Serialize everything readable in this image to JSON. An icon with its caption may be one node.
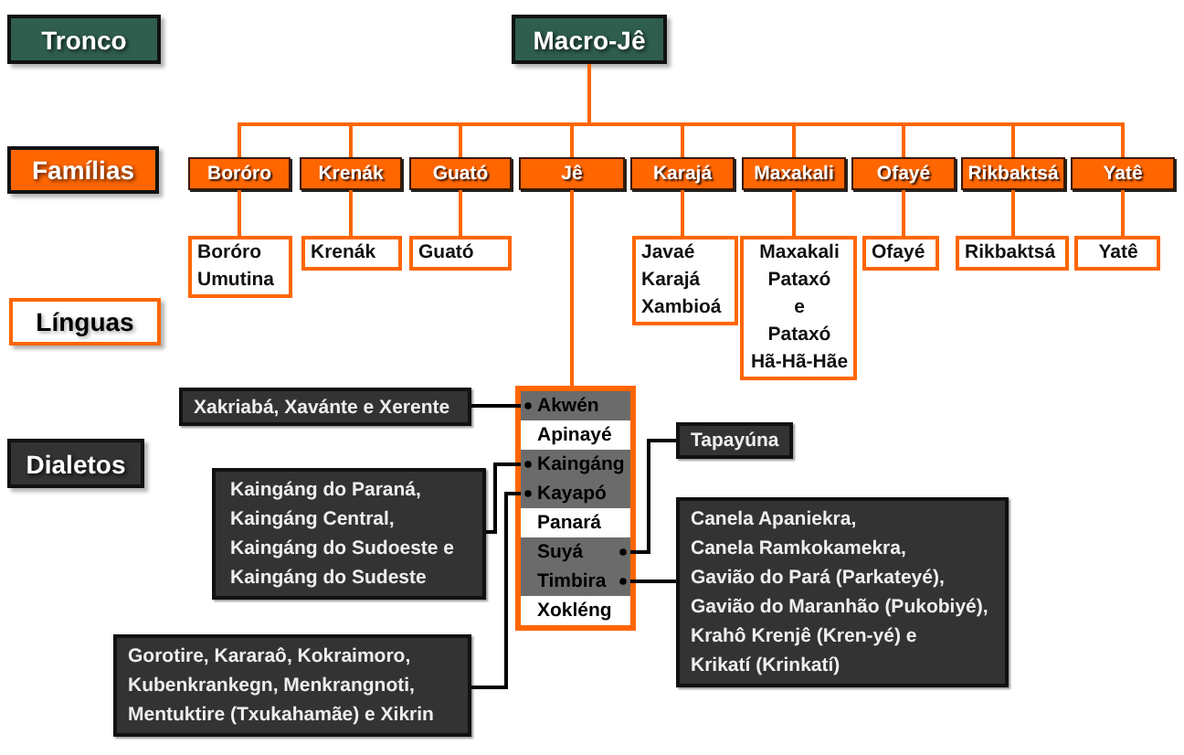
{
  "diagram": {
    "nodes": [
      {
        "text": [
          "Tronco"
        ]
      },
      {
        "text": [
          "Macro-Jê"
        ]
      },
      {
        "text": [
          "Famílias"
        ]
      },
      {
        "text": [
          "Boróro"
        ]
      },
      {
        "text": [
          "Krenák"
        ]
      },
      {
        "text": [
          "Guató"
        ]
      },
      {
        "text": [
          "Jê"
        ]
      },
      {
        "text": [
          "Karajá"
        ]
      },
      {
        "text": [
          "Maxakali"
        ]
      },
      {
        "text": [
          "Ofayé"
        ]
      },
      {
        "text": [
          "Rikbaktsá"
        ]
      },
      {
        "text": [
          "Yatê"
        ]
      },
      {
        "text": [
          "Boróro",
          "Umutina"
        ]
      },
      {
        "text": [
          "Krenák"
        ]
      },
      {
        "text": [
          "Guató"
        ]
      },
      {
        "text": [
          "Javaé",
          "Karajá",
          "Xambioá"
        ]
      },
      {
        "text": [
          "Maxakali",
          "Pataxó",
          "e",
          "Pataxó Hã-Hã-Hãe"
        ]
      },
      {
        "text": [
          "Ofayé"
        ]
      },
      {
        "text": [
          "Rikbaktsá"
        ]
      },
      {
        "text": [
          "Yatê"
        ]
      },
      {
        "text": [
          "Línguas"
        ]
      },
      {
        "text": [],
        "shape": "box"
      },
      {
        "text": [
          "Akwén"
        ],
        "in": 21
      },
      {
        "text": [
          "Apinayé"
        ],
        "in": 21
      },
      {
        "text": [
          "Kaingáng"
        ],
        "in": 21
      },
      {
        "text": [
          "Kayapó"
        ],
        "in": 21
      },
      {
        "text": [
          "Panará"
        ],
        "in": 21
      },
      {
        "text": [
          "Suyá"
        ],
        "in": 21
      },
      {
        "text": [
          "Timbira"
        ],
        "in": 21
      },
      {
        "text": [
          "Xokléng"
        ],
        "in": 21
      },
      {
        "text": [
          "Xakriabá, Xavánte e Xerente"
        ]
      },
      {
        "text": [
          "Dialetos"
        ]
      },
      {
        "text": [
          "Tapayúna"
        ]
      },
      {
        "text": [
          "Kaingáng do Paraná, Kaingáng Central, Kaingáng do Sudoeste e Kaingáng do Sudeste"
        ]
      },
      {
        "text": [
          "Canela Apaniekra,",
          "Canela Ramkokamekra,",
          "Gavião do Pará (Parkateyé),",
          "Gavião do Maranhão (Pukobiyé),",
          "Krahô Krenjê (Kren-yé) e",
          "Krikatí (Krinkatí)"
        ]
      },
      {
        "text": [
          "Gorotire, Kararaô, Kokraimoro, Kubenkrankegn, Menkrangnoti, Mentuktire (Txukahamãe) e Xikrin"
        ]
      }
    ],
    "edges": [
      {
        "from": 1,
        "to": 3,
        "arrow": "none"
      },
      {
        "from": 1,
        "to": 4,
        "arrow": "none"
      },
      {
        "from": 1,
        "to": 5,
        "arrow": "none"
      },
      {
        "from": 1,
        "to": 6,
        "arrow": "none"
      },
      {
        "from": 1,
        "to": 7,
        "arrow": "none"
      },
      {
        "from": 1,
        "to": 8,
        "arrow": "none"
      },
      {
        "from": 1,
        "to": 9,
        "arrow": "none"
      },
      {
        "from": 1,
        "to": 10,
        "arrow": "none"
      },
      {
        "from": 1,
        "to": 11,
        "arrow": "none"
      },
      {
        "from": 3,
        "to": 12,
        "arrow": "none"
      },
      {
        "from": 4,
        "to": 13,
        "arrow": "none"
      },
      {
        "from": 5,
        "to": 14,
        "arrow": "none"
      },
      {
        "from": 6,
        "to": 21,
        "arrow": "none"
      },
      {
        "from": 7,
        "to": 15,
        "arrow": "none"
      },
      {
        "from": 8,
        "to": 16,
        "arrow": "none"
      },
      {
        "from": 9,
        "to": 17,
        "arrow": "none"
      },
      {
        "from": 10,
        "to": 18,
        "arrow": "none"
      },
      {
        "from": 11,
        "to": 19,
        "arrow": "none"
      },
      {
        "from": 22,
        "to": 30,
        "arrow": "other",
        "color": "#000000"
      },
      {
        "from": 24,
        "to": 33,
        "arrow": "other",
        "color": "#000000"
      },
      {
        "from": 25,
        "to": 35,
        "arrow": "other",
        "color": "#000000"
      },
      {
        "from": 27,
        "to": 32,
        "arrow": "other",
        "color": "#000000"
      },
      {
        "from": 28,
        "to": 34,
        "arrow": "other",
        "color": "#000000"
      }
    ]
  }
}
